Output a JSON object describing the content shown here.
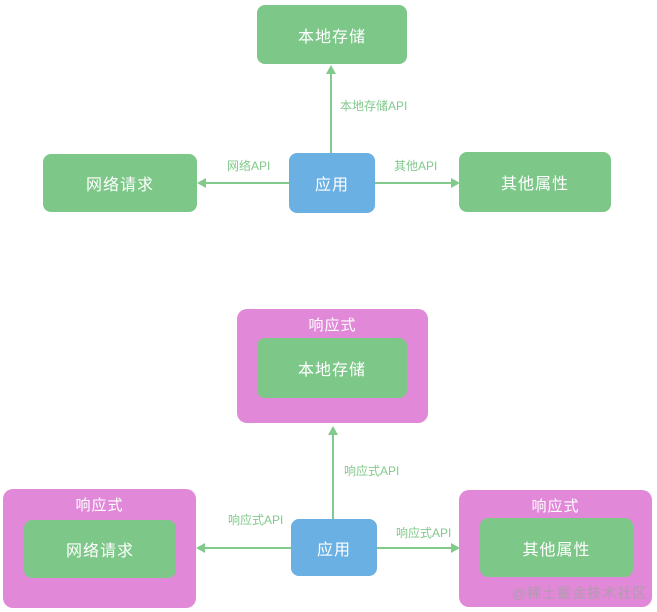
{
  "colors": {
    "node_green": "#7dc788",
    "node_blue": "#6bb0e2",
    "wrapper_pink": "#e189d8",
    "arrow_green": "#82c98c",
    "node_text": "#ffffff",
    "background": "#ffffff"
  },
  "diagram_plain": {
    "local_storage": "本地存储",
    "network_request": "网络请求",
    "app": "应用",
    "other_properties": "其他属性",
    "api_local_storage": "本地存储API",
    "api_network": "网络API",
    "api_other": "其他API"
  },
  "diagram_reactive": {
    "wrapper_label": "响应式",
    "local_storage": "本地存储",
    "network_request": "网络请求",
    "app": "应用",
    "other_properties": "其他属性",
    "api_reactive": "响应式API"
  },
  "watermark": "@稀土掘金技术社区"
}
